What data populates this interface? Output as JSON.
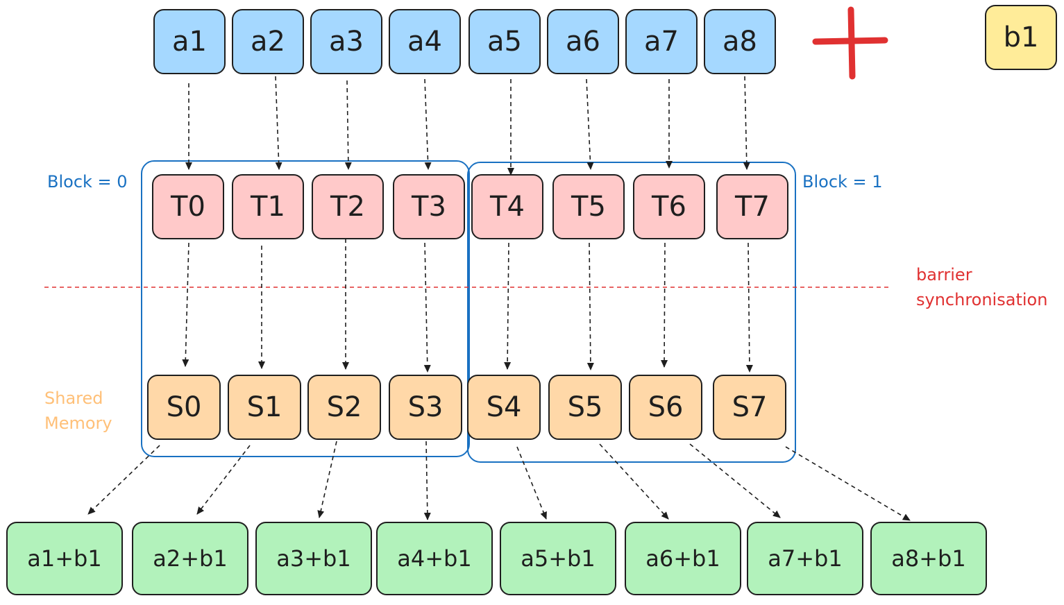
{
  "inputs": [
    "a1",
    "a2",
    "a3",
    "a4",
    "a5",
    "a6",
    "a7",
    "a8"
  ],
  "scalar": "b1",
  "threads": [
    "T0",
    "T1",
    "T2",
    "T3",
    "T4",
    "T5",
    "T6",
    "T7"
  ],
  "shared": [
    "S0",
    "S1",
    "S2",
    "S3",
    "S4",
    "S5",
    "S6",
    "S7"
  ],
  "results": [
    "a1+b1",
    "a2+b1",
    "a3+b1",
    "a4+b1",
    "a5+b1",
    "a6+b1",
    "a7+b1",
    "a8+b1"
  ],
  "labels": {
    "block0": "Block = 0",
    "block1": "Block = 1",
    "barrier_line1": "barrier",
    "barrier_line2": "synchronisation",
    "shared_line1": "Shared",
    "shared_line2": "Memory"
  },
  "colors": {
    "input_fill": "#a5d8ff",
    "scalar_fill": "#ffec99",
    "thread_fill": "#ffc9c9",
    "shared_fill": "#ffd8a8",
    "result_fill": "#b2f2bb",
    "block_border": "#1971c2",
    "barrier": "#e03131",
    "plus": "#e03131",
    "shared_label": "#ffc078"
  }
}
